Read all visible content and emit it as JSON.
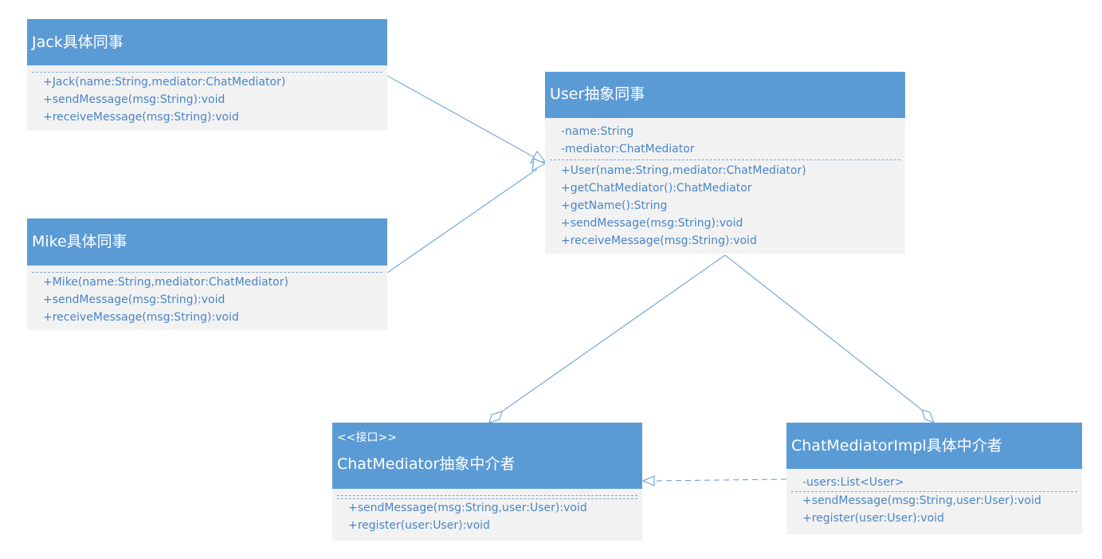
{
  "classes": {
    "jack": {
      "title": "Jack具体同事",
      "attributes": [],
      "methods": [
        "+Jack(name:String,mediator:ChatMediator)",
        "+sendMessage(msg:String):void",
        "+receiveMessage(msg:String):void"
      ]
    },
    "mike": {
      "title": "Mike具体同事",
      "attributes": [],
      "methods": [
        "+Mike(name:String,mediator:ChatMediator)",
        "+sendMessage(msg:String):void",
        "+receiveMessage(msg:String):void"
      ]
    },
    "user": {
      "title": "User抽象同事",
      "attributes": [
        "-name:String",
        "-mediator:ChatMediator"
      ],
      "methods": [
        "+User(name:String,mediator:ChatMediator)",
        "+getChatMediator():ChatMediator",
        "+getName():String",
        "+sendMessage(msg:String):void",
        "+receiveMessage(msg:String):void"
      ]
    },
    "mediator": {
      "stereotype": "<<接口>>",
      "title": "ChatMediator抽象中介者",
      "attributes": [],
      "methods": [
        "+sendMessage(msg:String,user:User):void",
        "+register(user:User):void"
      ]
    },
    "mediatorImpl": {
      "title": "ChatMediatorImpl具体中介者",
      "attributes": [
        "-users:List<User>"
      ],
      "methods": [
        "+sendMessage(msg:String,user:User):void",
        "+register(user:User):void"
      ]
    }
  },
  "colors": {
    "header": "#5b9bd5",
    "body": "#f2f2f2",
    "text": "#4a86c5",
    "line": "#5b9bd5"
  }
}
